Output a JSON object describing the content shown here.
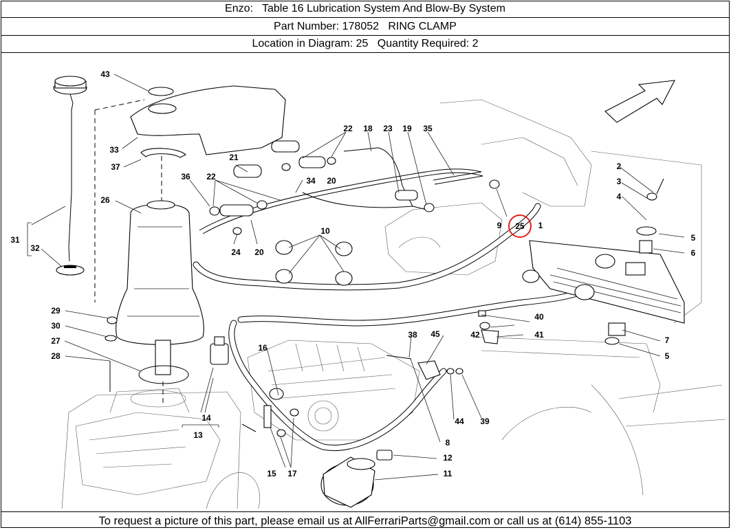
{
  "header": {
    "title_line": "Enzo:   Table 16 Lubrication System And Blow-By System",
    "part_line": "Part Number: 178052   RING CLAMP",
    "location_line": "Location in Diagram: 25   Quantity Required: 2"
  },
  "footer": {
    "text": "To request a picture of this part, please email us at AllFerrariParts@gmail.com or call us at (614) 855-1103"
  },
  "diagram": {
    "highlighted_callout": "25",
    "highlight_color": "#e0201b",
    "callouts": [
      "1",
      "2",
      "3",
      "4",
      "5",
      "6",
      "7",
      "5",
      "8",
      "9",
      "10",
      "11",
      "12",
      "13",
      "14",
      "15",
      "16",
      "17",
      "19",
      "20",
      "20",
      "21",
      "22",
      "22",
      "23",
      "24",
      "26",
      "27",
      "28",
      "29",
      "30",
      "31",
      "32",
      "33",
      "34",
      "35",
      "36",
      "37",
      "38",
      "39",
      "40",
      "41",
      "42",
      "43",
      "44",
      "45",
      "18"
    ]
  }
}
